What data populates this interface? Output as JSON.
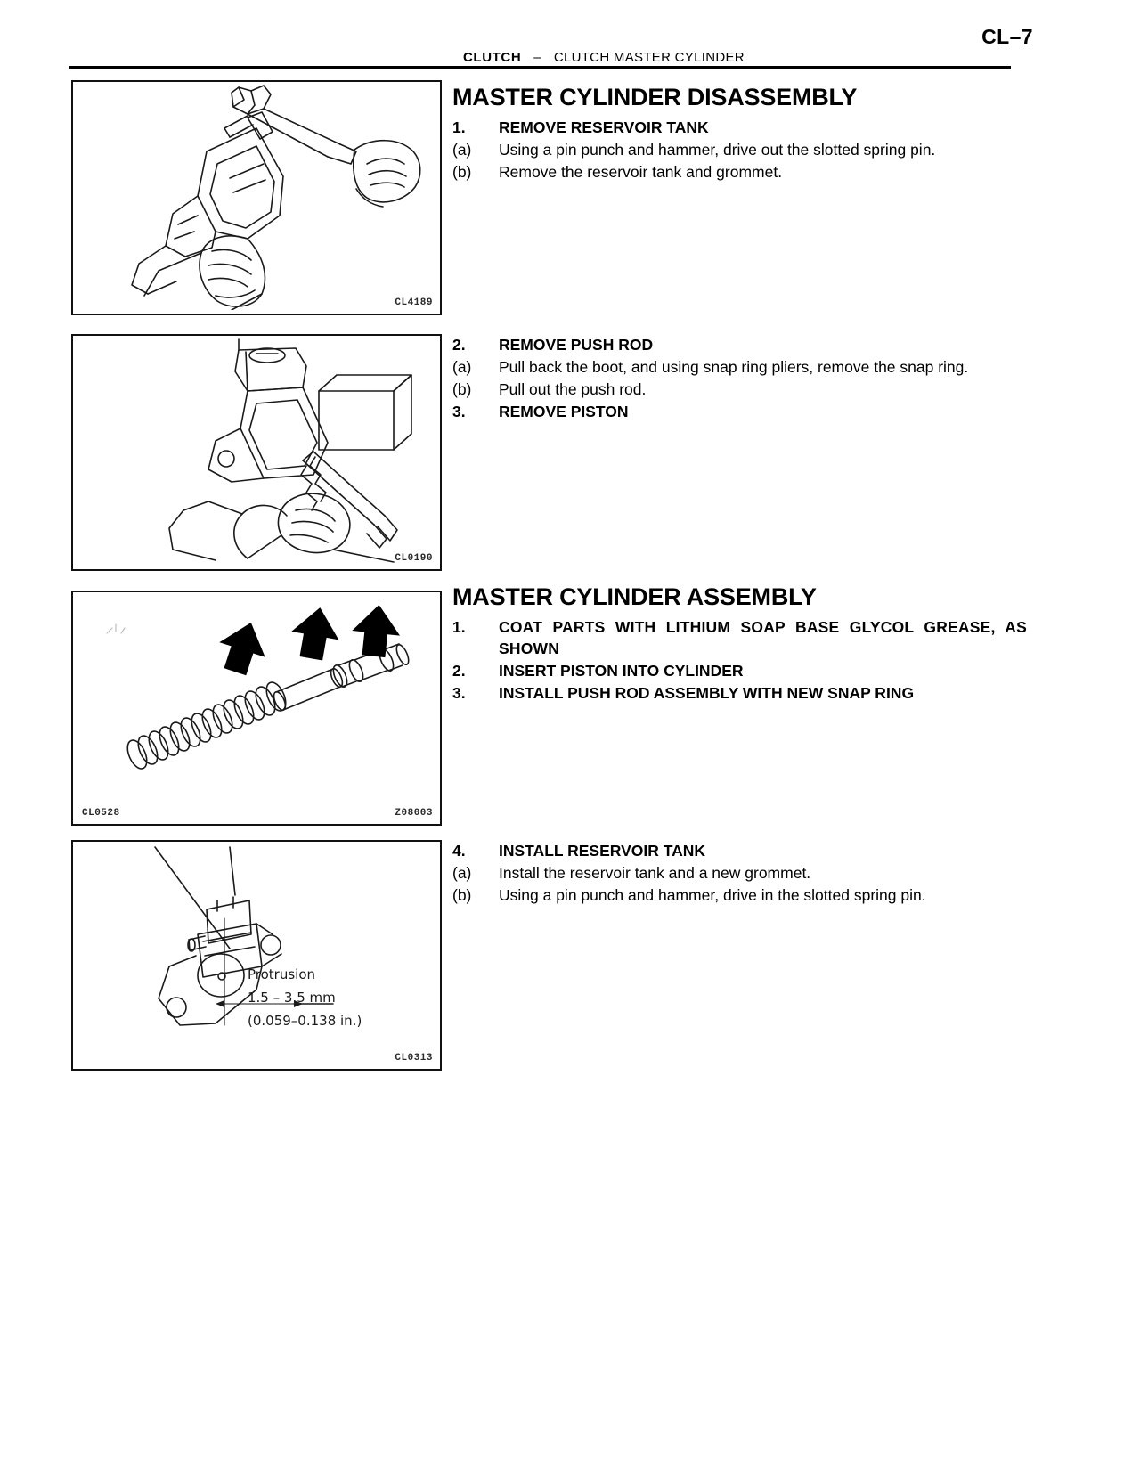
{
  "header": {
    "page_number": "CL–7",
    "section": "CLUTCH",
    "separator": "–",
    "subsection": "CLUTCH MASTER CYLINDER"
  },
  "sections": [
    {
      "title": "MASTER CYLINDER DISASSEMBLY",
      "steps": [
        {
          "marker": "1.",
          "text": "REMOVE RESERVOIR TANK",
          "bold": true
        },
        {
          "marker": "(a)",
          "text": "Using a pin punch and hammer, drive out the slotted spring pin.",
          "bold": false
        },
        {
          "marker": "(b)",
          "text": "Remove the reservoir tank and grommet.",
          "bold": false
        }
      ]
    },
    {
      "title": "",
      "steps": [
        {
          "marker": "2.",
          "text": "REMOVE PUSH ROD",
          "bold": true
        },
        {
          "marker": "(a)",
          "text": "Pull back the boot, and using snap ring pliers, remove the snap ring.",
          "bold": false
        },
        {
          "marker": "(b)",
          "text": "Pull out the push rod.",
          "bold": false
        },
        {
          "marker": "3.",
          "text": "REMOVE PISTON",
          "bold": true
        }
      ]
    },
    {
      "title": "MASTER CYLINDER ASSEMBLY",
      "steps": [
        {
          "marker": "1.",
          "text": "COAT PARTS WITH LITHIUM SOAP BASE GLYCOL GREASE, AS SHOWN",
          "bold": true
        },
        {
          "marker": "2.",
          "text": "INSERT PISTON INTO CYLINDER",
          "bold": true
        },
        {
          "marker": "3.",
          "text": "INSTALL PUSH ROD ASSEMBLY WITH NEW SNAP RING",
          "bold": true
        }
      ]
    },
    {
      "title": "",
      "steps": [
        {
          "marker": "4.",
          "text": "INSTALL RESERVOIR TANK",
          "bold": true
        },
        {
          "marker": "(a)",
          "text": "Install the reservoir tank and a new grommet.",
          "bold": false
        },
        {
          "marker": "(b)",
          "text": "Using a pin punch and hammer, drive in the slotted spring pin.",
          "bold": false
        }
      ]
    }
  ],
  "figures": [
    {
      "name": "remove-reservoir-tank-illustration",
      "code_right": "CL4189",
      "code_left": ""
    },
    {
      "name": "remove-push-rod-illustration",
      "code_right": "CL0190",
      "code_left": ""
    },
    {
      "name": "grease-application-illustration",
      "code_right": "Z08003",
      "code_left": "CL0528"
    },
    {
      "name": "reservoir-tank-protrusion-illustration",
      "code_right": "CL0313",
      "code_left": "",
      "callout": {
        "label": "Protrusion",
        "metric": "1.5  –  3.5 mm",
        "imperial": "(0.059–0.138 in.)"
      }
    }
  ],
  "colors": {
    "ink": "#000000",
    "paper": "#ffffff",
    "figure_border": "#111111"
  }
}
